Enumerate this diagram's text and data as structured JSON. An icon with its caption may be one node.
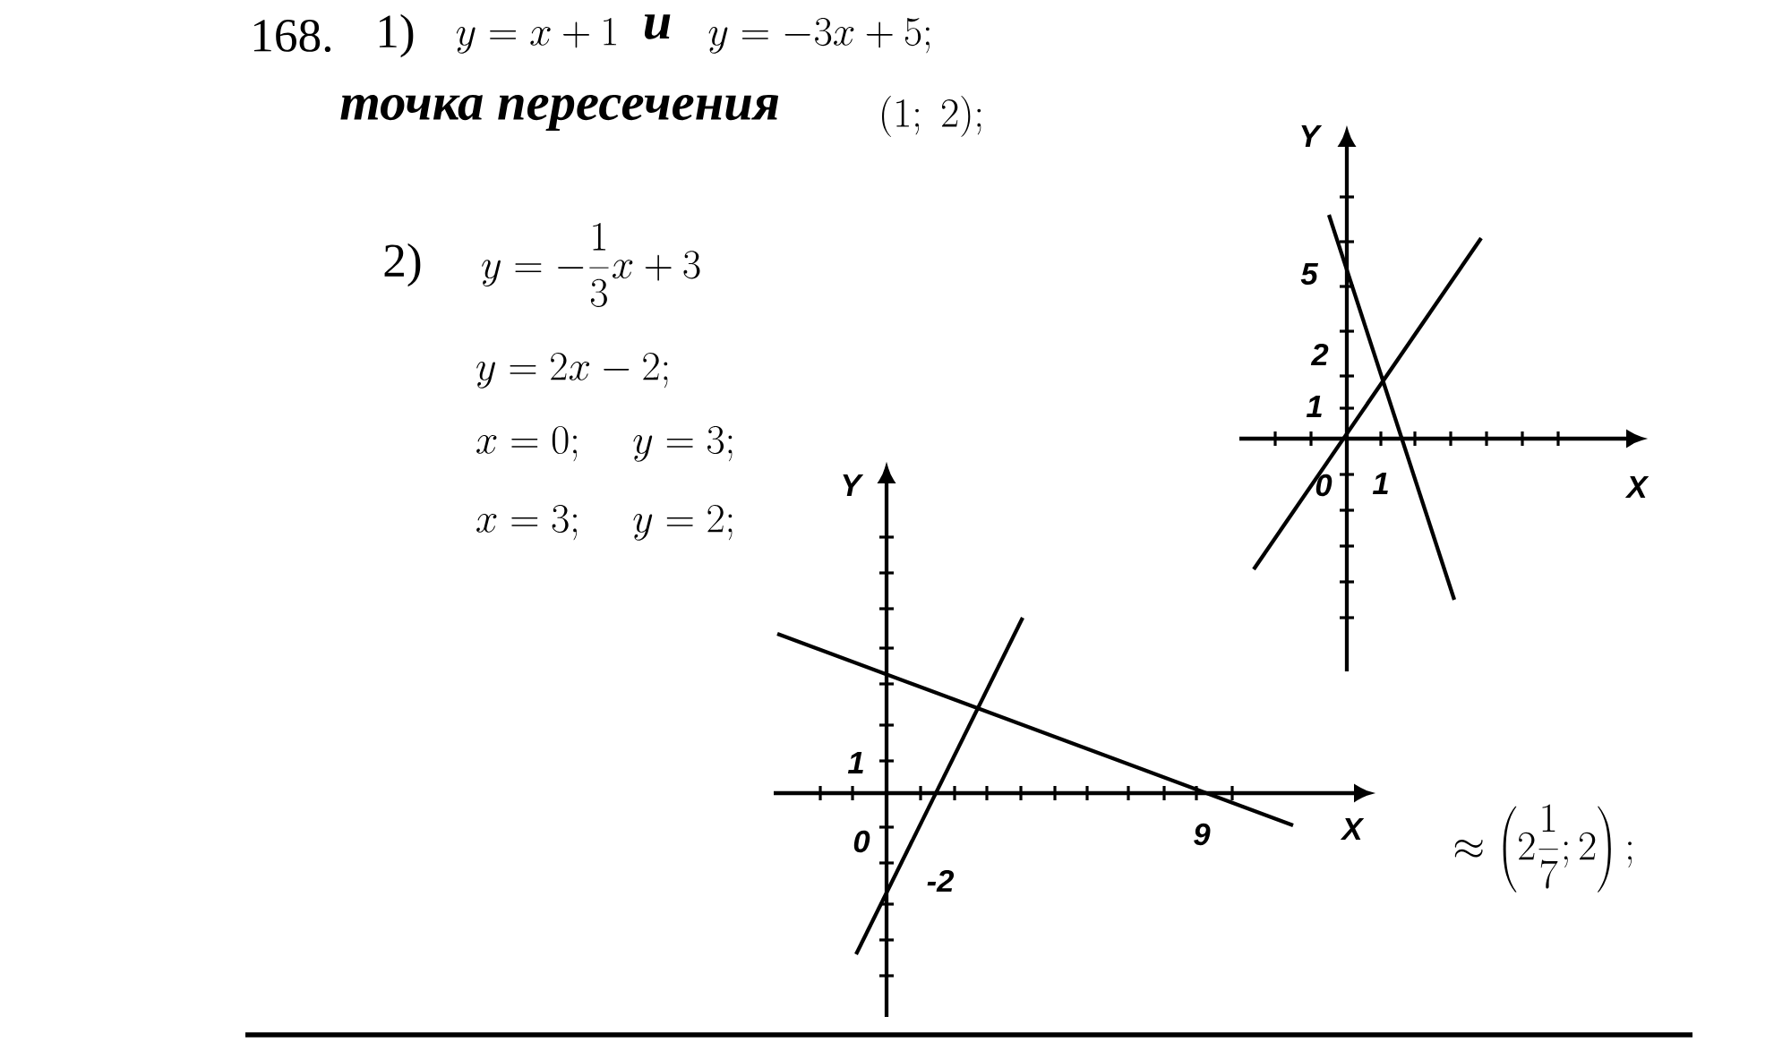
{
  "diagram": {
    "labels": [
      "168.",
      "1)",
      "y=x+1",
      "и",
      "y=-3x+5;",
      "точка пересечения",
      "(1;\\ 2);",
      "2)",
      "y=-\\frac{1}{3}x+3",
      "y=2x-2;",
      "x=0;\\quad y=3;",
      "x=3;\\quad y=2;",
      "Y",
      "5",
      "2",
      "1",
      "Y",
      "0",
      "1",
      "X",
      "1",
      "0",
      "9",
      "X",
      "\\approx\\left(2\\frac{1}{7};2\\right);",
      "-2"
    ]
  }
}
